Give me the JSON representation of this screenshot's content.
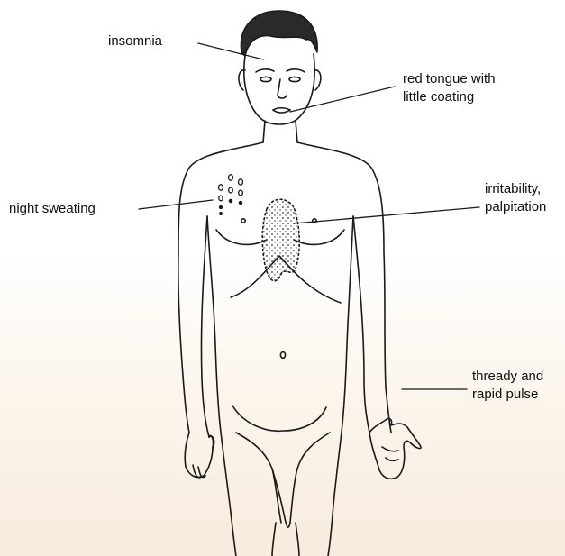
{
  "labels": {
    "insomnia": "insomnia",
    "tongue_line1": "red tongue with",
    "tongue_line2": "little coating",
    "night_sweating": "night sweating",
    "irritability_line1": "irritability,",
    "irritability_line2": "palpitation",
    "pulse_line1": "thready and",
    "pulse_line2": "rapid pulse"
  }
}
